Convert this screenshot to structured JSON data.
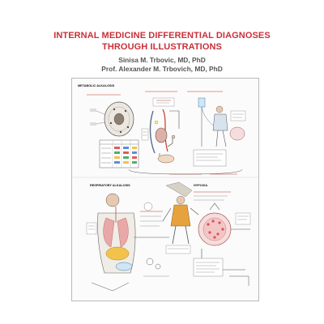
{
  "book": {
    "title_line1": "INTERNAL MEDICINE DIFFERENTIAL DIAGNOSES",
    "title_line2": "THROUGH ILLUSTRATIONS",
    "author1": "Sinisa M. Trbovic, MD, PhD",
    "author2": "Prof. Alexander M. Trbovich, MD, PhD"
  },
  "plate": {
    "section_top": "METABOLIC ALKALOSIS",
    "section_bottom_left": "RESPIRATORY ALKALOSIS",
    "section_bottom_right": "HYPOXIA"
  },
  "colors": {
    "title": "#c8303a",
    "author": "#555555",
    "label_red": "#c0392b"
  }
}
